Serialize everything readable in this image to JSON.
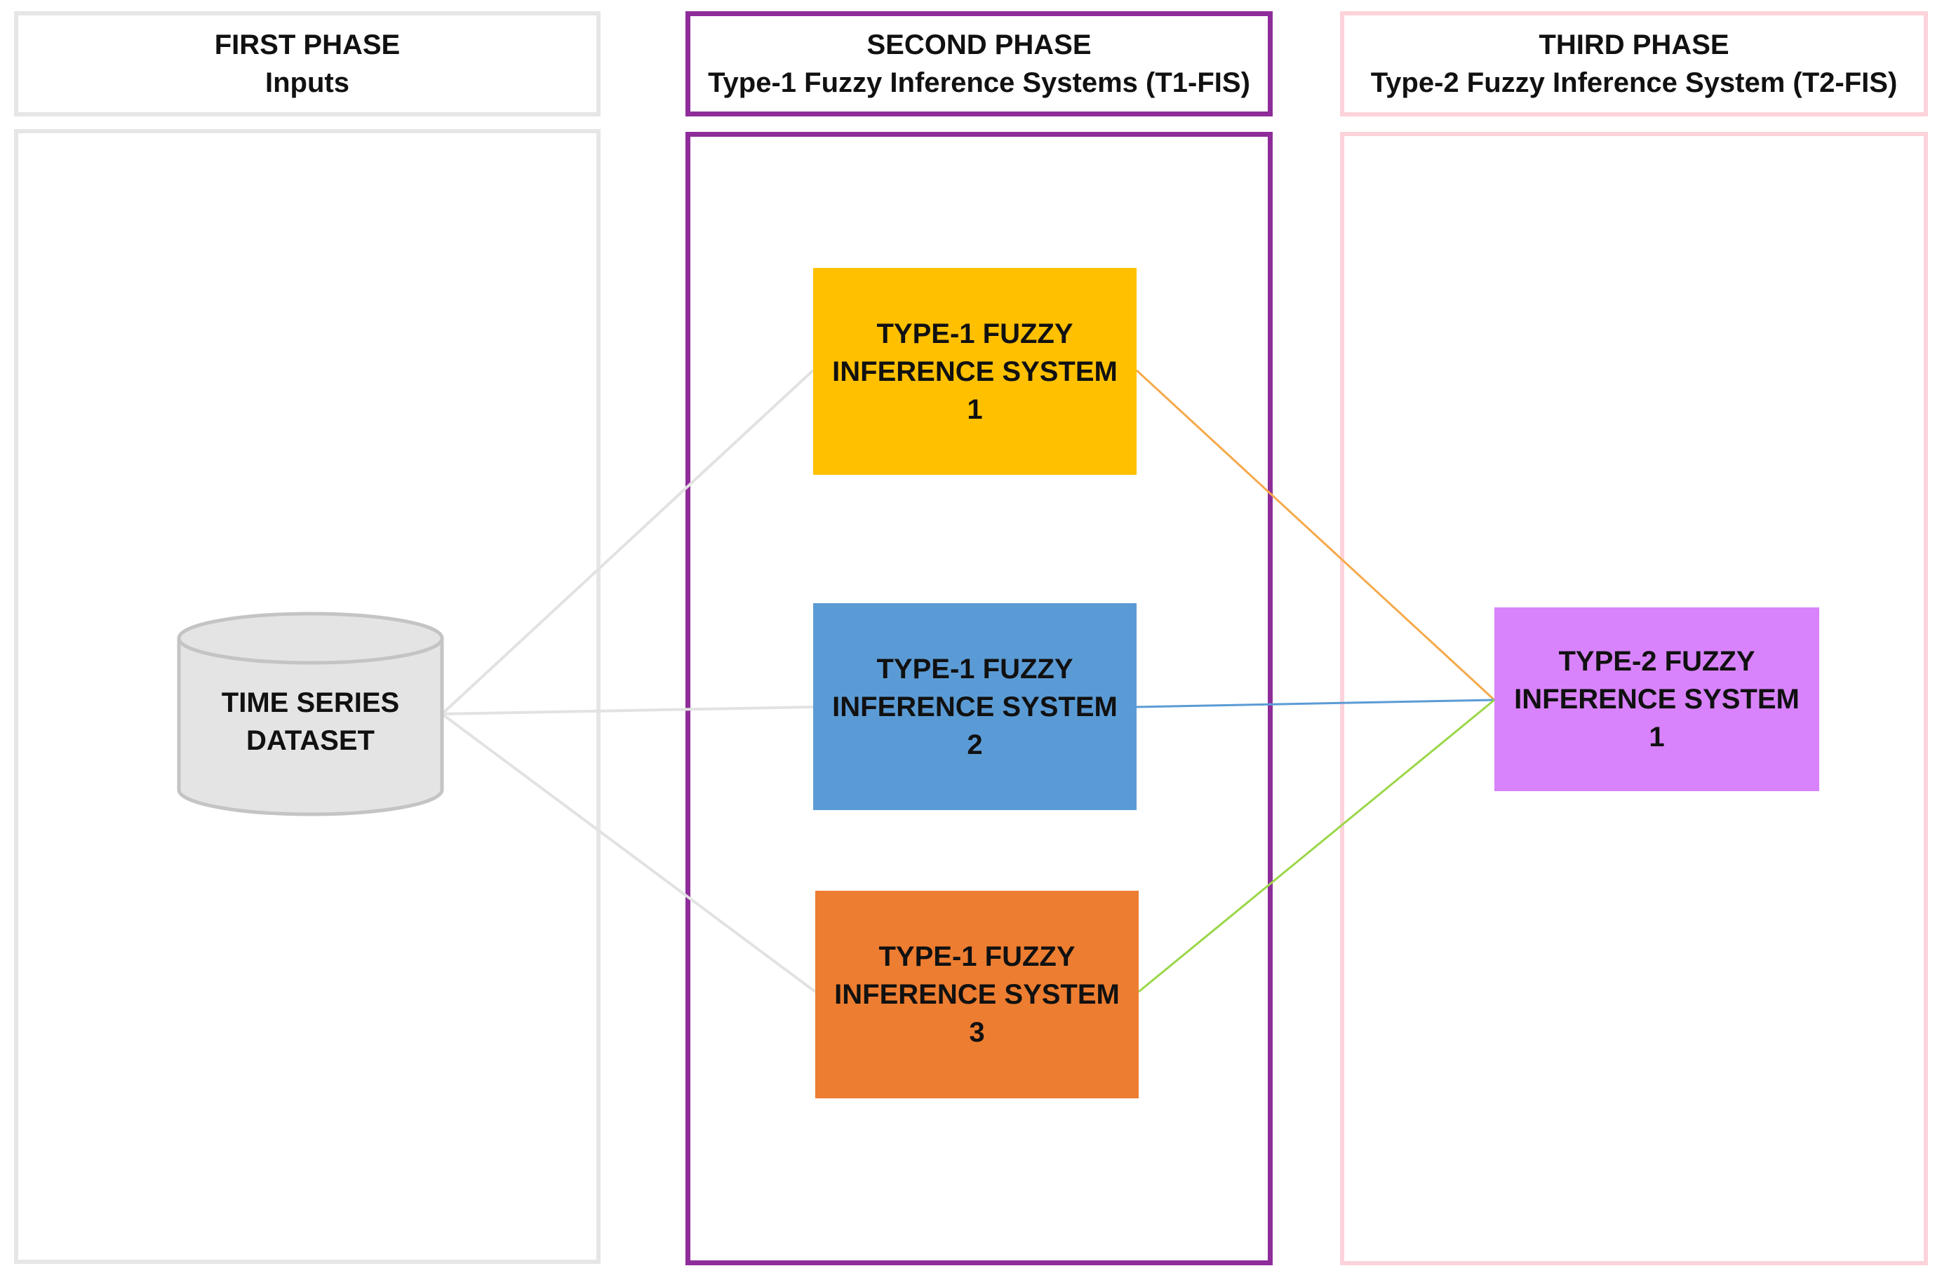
{
  "phases": [
    {
      "title": "FIRST PHASE",
      "subtitle": "Inputs",
      "border_color": "#e6e6e6"
    },
    {
      "title": "SECOND PHASE",
      "subtitle": "Type-1 Fuzzy Inference Systems (T1-FIS)",
      "border_color": "#8e2c9a"
    },
    {
      "title": "THIRD PHASE",
      "subtitle": "Type-2 Fuzzy Inference System (T2-FIS)",
      "border_color": "#fcd3da"
    }
  ],
  "dataset": {
    "line1": "TIME SERIES",
    "line2": "DATASET",
    "fill_color": "#e4e4e4"
  },
  "t1_systems": [
    {
      "line1": "TYPE-1 FUZZY",
      "line2": "INFERENCE SYSTEM",
      "number": "1",
      "color": "#ffc000"
    },
    {
      "line1": "TYPE-1 FUZZY",
      "line2": "INFERENCE SYSTEM",
      "number": "2",
      "color": "#5b9bd5"
    },
    {
      "line1": "TYPE-1 FUZZY",
      "line2": "INFERENCE SYSTEM",
      "number": "3",
      "color": "#ed7d31"
    }
  ],
  "t2_system": {
    "line1": "TYPE-2 FUZZY",
    "line2": "INFERENCE SYSTEM",
    "number": "1",
    "color": "#d883fb"
  },
  "connectors": {
    "input_color": "#e2e2e2",
    "output_colors": [
      "#f5a94a",
      "#5b9bd5",
      "#9bd74a"
    ]
  }
}
